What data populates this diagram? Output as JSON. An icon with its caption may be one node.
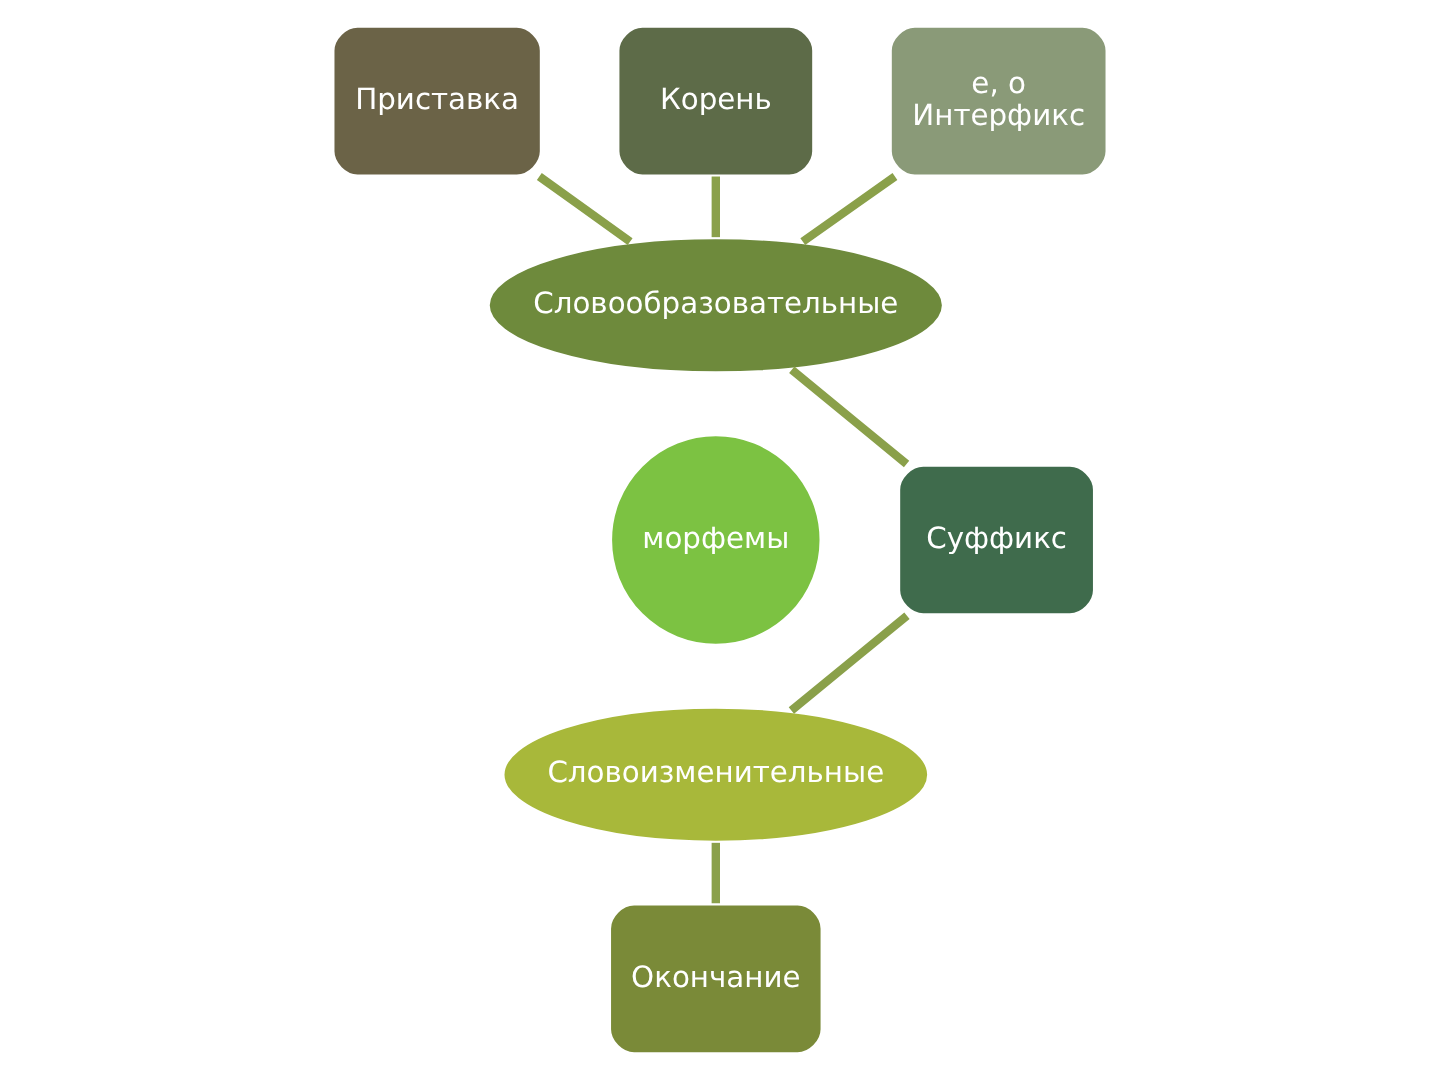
{
  "diagram": {
    "nodes": [
      {
        "text": [
          "Словообразовательные"
        ]
      },
      {
        "text": [
          "Словоизменительные"
        ]
      },
      {
        "text": [
          "морфемы"
        ]
      },
      {
        "text": [
          "Приставка"
        ]
      },
      {
        "text": [
          "Корень"
        ]
      },
      {
        "text": [
          "е, о",
          "Интерфикс"
        ]
      },
      {
        "text": [
          "Суффикс"
        ]
      },
      {
        "text": [
          "Окончание"
        ]
      }
    ],
    "edges": [
      {
        "from": 3,
        "to": 0,
        "arrow": "none"
      },
      {
        "from": 4,
        "to": 0,
        "arrow": "none"
      },
      {
        "from": 5,
        "to": 0,
        "arrow": "none"
      },
      {
        "from": 0,
        "to": 6,
        "arrow": "none"
      },
      {
        "from": 1,
        "to": 6,
        "arrow": "none"
      },
      {
        "from": 1,
        "to": 7,
        "arrow": "none"
      }
    ]
  }
}
